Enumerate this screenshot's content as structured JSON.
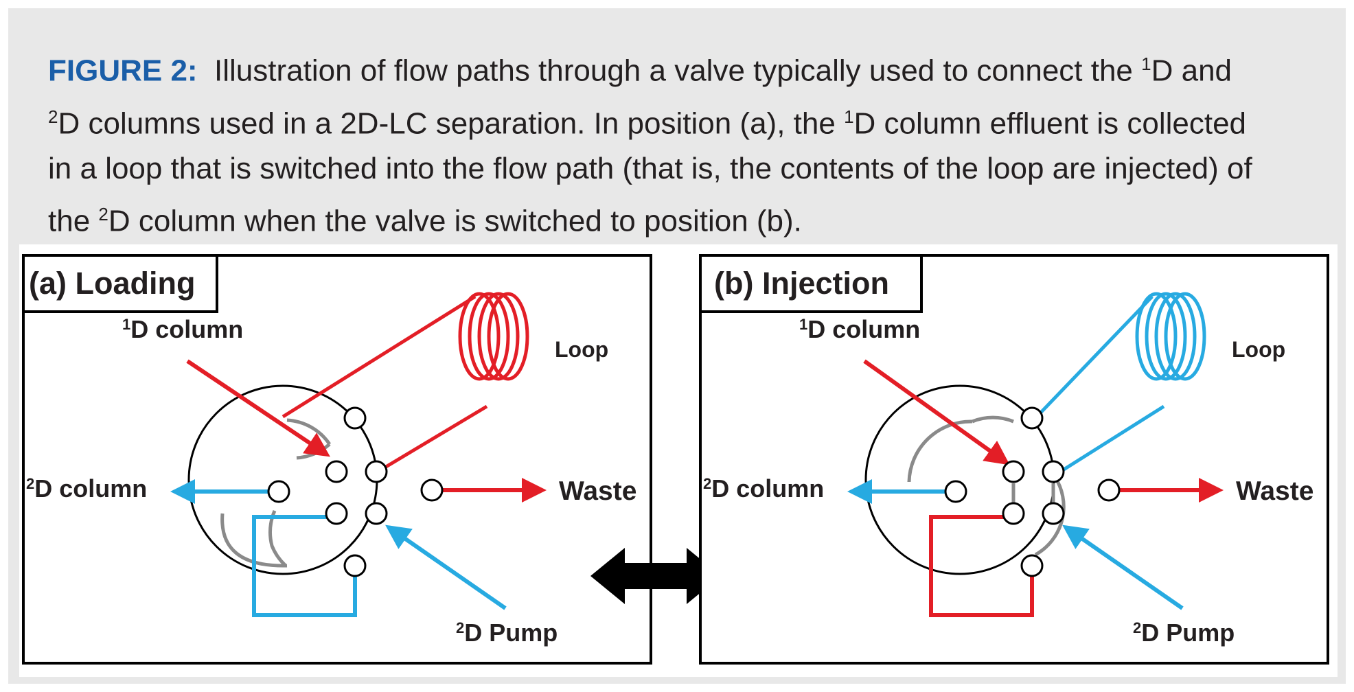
{
  "caption": {
    "label": "FIGURE 2:",
    "text_1": "Illustration of flow paths through a valve typically used to connect the ",
    "sup_1": "1",
    "text_2": "D and ",
    "sup_2": "2",
    "text_3": "D columns used in a 2D-LC separation. In position (a), the ",
    "sup_3": "1",
    "text_4": "D column effluent is collected in a loop that is switched into the flow path (that is, the contents of the loop are injected) of the ",
    "sup_4": "2",
    "text_5": "D column when the valve is switched to position (b)."
  },
  "panels": {
    "a": {
      "title": "(a) Loading",
      "col1": {
        "sup": "1",
        "text": "D column"
      },
      "col2": {
        "sup": "2",
        "text": "D column"
      },
      "waste": "Waste",
      "loop": "Loop",
      "pump": {
        "sup": "2",
        "text": "D Pump"
      }
    },
    "b": {
      "title": "(b) Injection",
      "col1": {
        "sup": "1",
        "text": "D column"
      },
      "col2": {
        "sup": "2",
        "text": "D column"
      },
      "waste": "Waste",
      "loop": "Loop",
      "pump": {
        "sup": "2",
        "text": "D Pump"
      }
    }
  },
  "colors": {
    "red": "#e31e26",
    "blue": "#27aae1",
    "gray": "#8a8a8a",
    "caption_label": "#1a5ea8",
    "background": "#e8e8e8"
  },
  "icons": {
    "switch_arrow": "double-headed-arrow-icon"
  }
}
